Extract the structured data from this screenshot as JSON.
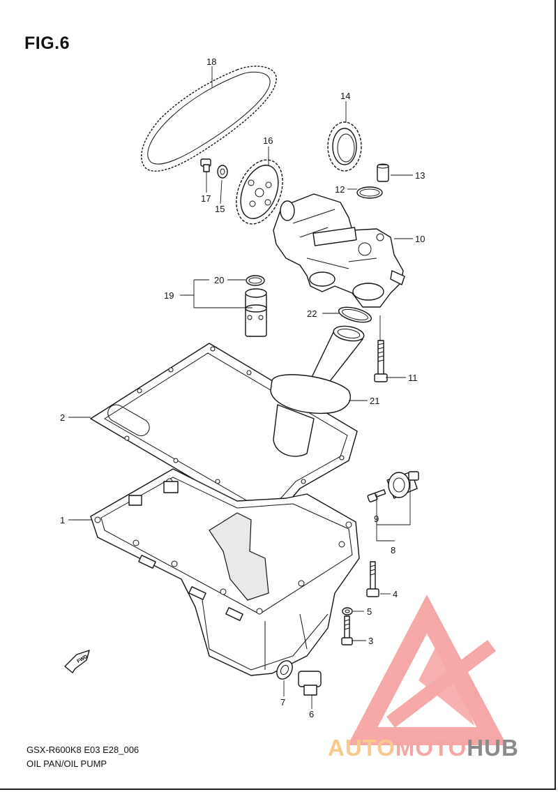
{
  "figure": {
    "title": "FIG.6"
  },
  "caption": {
    "code": "GSX-R600K8 E03 E28_006",
    "name": "OIL PAN/OIL PUMP"
  },
  "direction_marker": {
    "text": "FWD",
    "icon": "forward-arrow-icon"
  },
  "watermark": {
    "part1": "AUTO",
    "part2": "MOTO",
    "part3": "HUB",
    "colors": {
      "auto": "#f7c98a",
      "moto": "#f3a7a3",
      "hub": "#8a8a8a",
      "triangle": "#f28c87"
    }
  },
  "callouts": [
    "1",
    "2",
    "3",
    "4",
    "5",
    "6",
    "7",
    "8",
    "9",
    "10",
    "11",
    "12",
    "13",
    "14",
    "15",
    "16",
    "17",
    "18",
    "19",
    "20",
    "21",
    "22"
  ]
}
